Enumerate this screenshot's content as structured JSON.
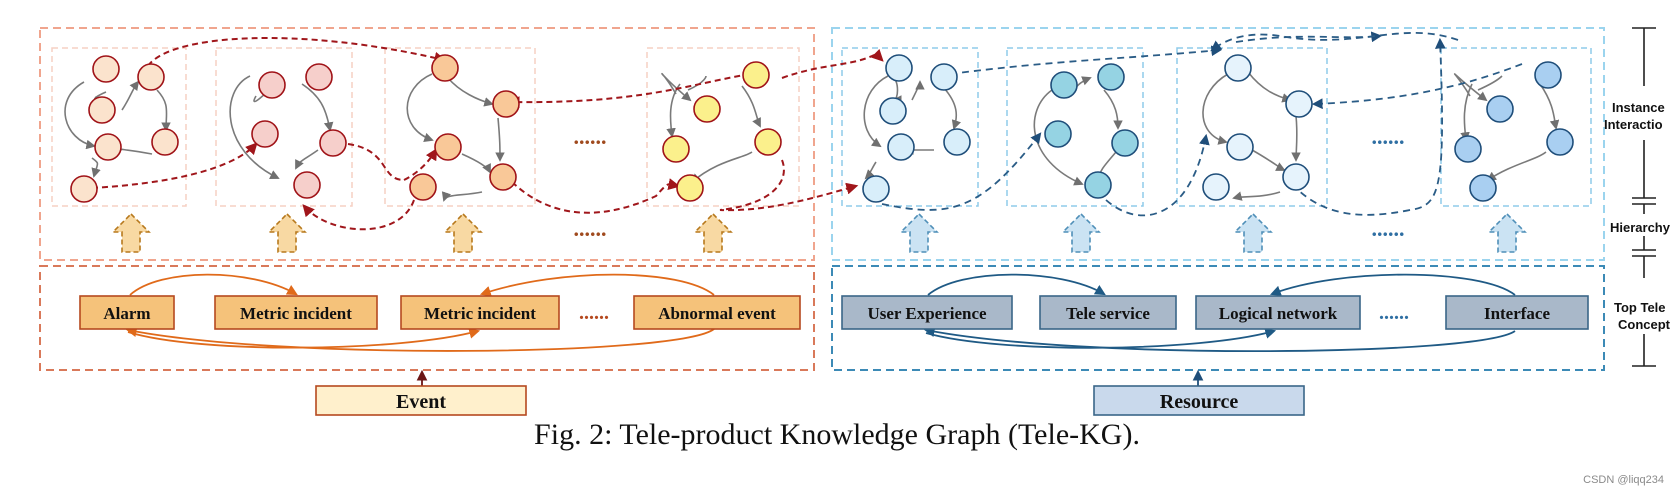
{
  "colors": {
    "event_frame": "#d9795a",
    "event_panel": "#f6c7b8",
    "event_box_fill": "#f5c27a",
    "event_box_stroke": "#b5491f",
    "event_arrow": "#e06a1a",
    "event_red_dashed": "#a0161b",
    "event_up_arrow_fill": "#f8d9a3",
    "event_up_arrow_stroke": "#b7791d",
    "event_root_fill": "#fff0cc",
    "resource_frame": "#3c8ab6",
    "resource_panel": "#a8d6f0",
    "resource_box_fill": "#a9b8c9",
    "resource_box_stroke": "#3a6688",
    "resource_arrow": "#1f5a85",
    "resource_up_arrow_fill": "#cbe3f3",
    "resource_up_arrow_stroke": "#4f8fb8",
    "resource_root_fill": "#c9d9ec"
  },
  "nodes": {
    "alarm_fill": "#fbe3cd",
    "metric_fill": "#f6cfcb",
    "metric2_fill": "#f9c898",
    "abnormal_fill": "#fbf08c",
    "node_stroke": "#a01318",
    "ux_fill": "#d8eefa",
    "tele_fill": "#95d3e3",
    "logical_fill": "#e6f3fc",
    "interface_fill": "#a9cff1",
    "res_node_stroke": "#1f4e7a"
  },
  "event_concepts": [
    "Alarm",
    "Metric incident",
    "Metric incident",
    "Abnormal event"
  ],
  "resource_concepts": [
    "User Experience",
    "Tele service",
    "Logical network",
    "Interface"
  ],
  "ellipsis": "......",
  "event_root": "Event",
  "resource_root": "Resource",
  "side_labels": {
    "instance_interaction": [
      "Instance",
      "Interactio"
    ],
    "hierarchy": "Hierarchy",
    "top_tele_concept": [
      "Top Tele",
      "Concept"
    ]
  },
  "caption": "Fig. 2: Tele-product Knowledge Graph (Tele-KG).",
  "watermark": "CSDN @liqq234"
}
